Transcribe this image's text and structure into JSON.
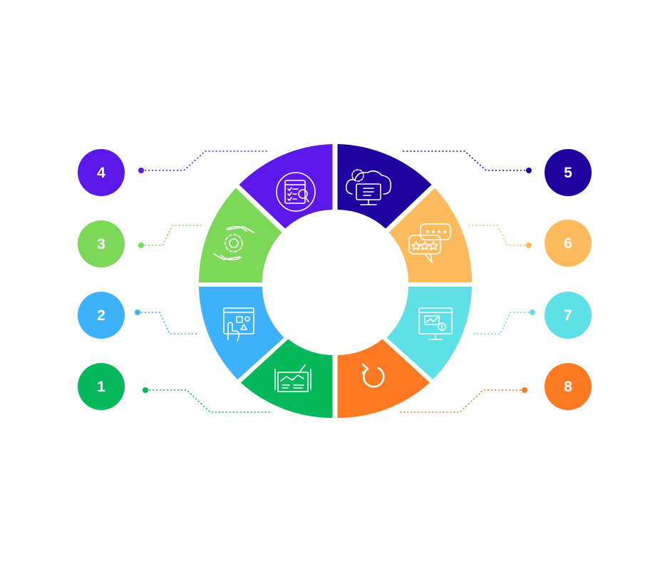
{
  "steps": [
    {
      "number": "1",
      "color": "#05B85C",
      "icon": "blueprint-icon"
    },
    {
      "number": "2",
      "color": "#3DB1FB",
      "icon": "touch-ui-icon"
    },
    {
      "number": "3",
      "color": "#7DD85A",
      "icon": "gear-hands-icon"
    },
    {
      "number": "4",
      "color": "#5C18E8",
      "icon": "checklist-search-icon"
    },
    {
      "number": "5",
      "color": "#1D02A0",
      "icon": "cloud-monitor-gear-icon"
    },
    {
      "number": "6",
      "color": "#FDBB5E",
      "icon": "chat-rating-icon"
    },
    {
      "number": "7",
      "color": "#5EE0E6",
      "icon": "monitor-chart-icon"
    },
    {
      "number": "8",
      "color": "#FF7A22",
      "icon": "refresh-icon"
    }
  ]
}
